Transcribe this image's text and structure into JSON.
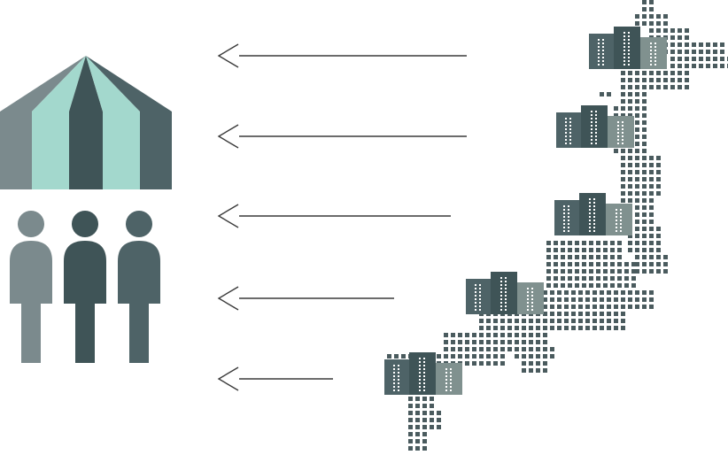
{
  "colors": {
    "dark": "#3f5457",
    "slate": "#4e6367",
    "gray": "#7b8a8d",
    "mint": "#a3d8cd",
    "building_light": "#80918f",
    "map_dot": "#4a5b5e",
    "arrow": "#3a3a3a",
    "window": "#ffffff"
  },
  "icons": {
    "tent": "circus-tent-icon",
    "people": "people-group-icon",
    "map": "japan-dot-map-icon",
    "building": "office-building-icon",
    "arrow": "left-arrow-icon"
  },
  "arrows_count": 5,
  "buildings_count": 5,
  "people_count": 3
}
